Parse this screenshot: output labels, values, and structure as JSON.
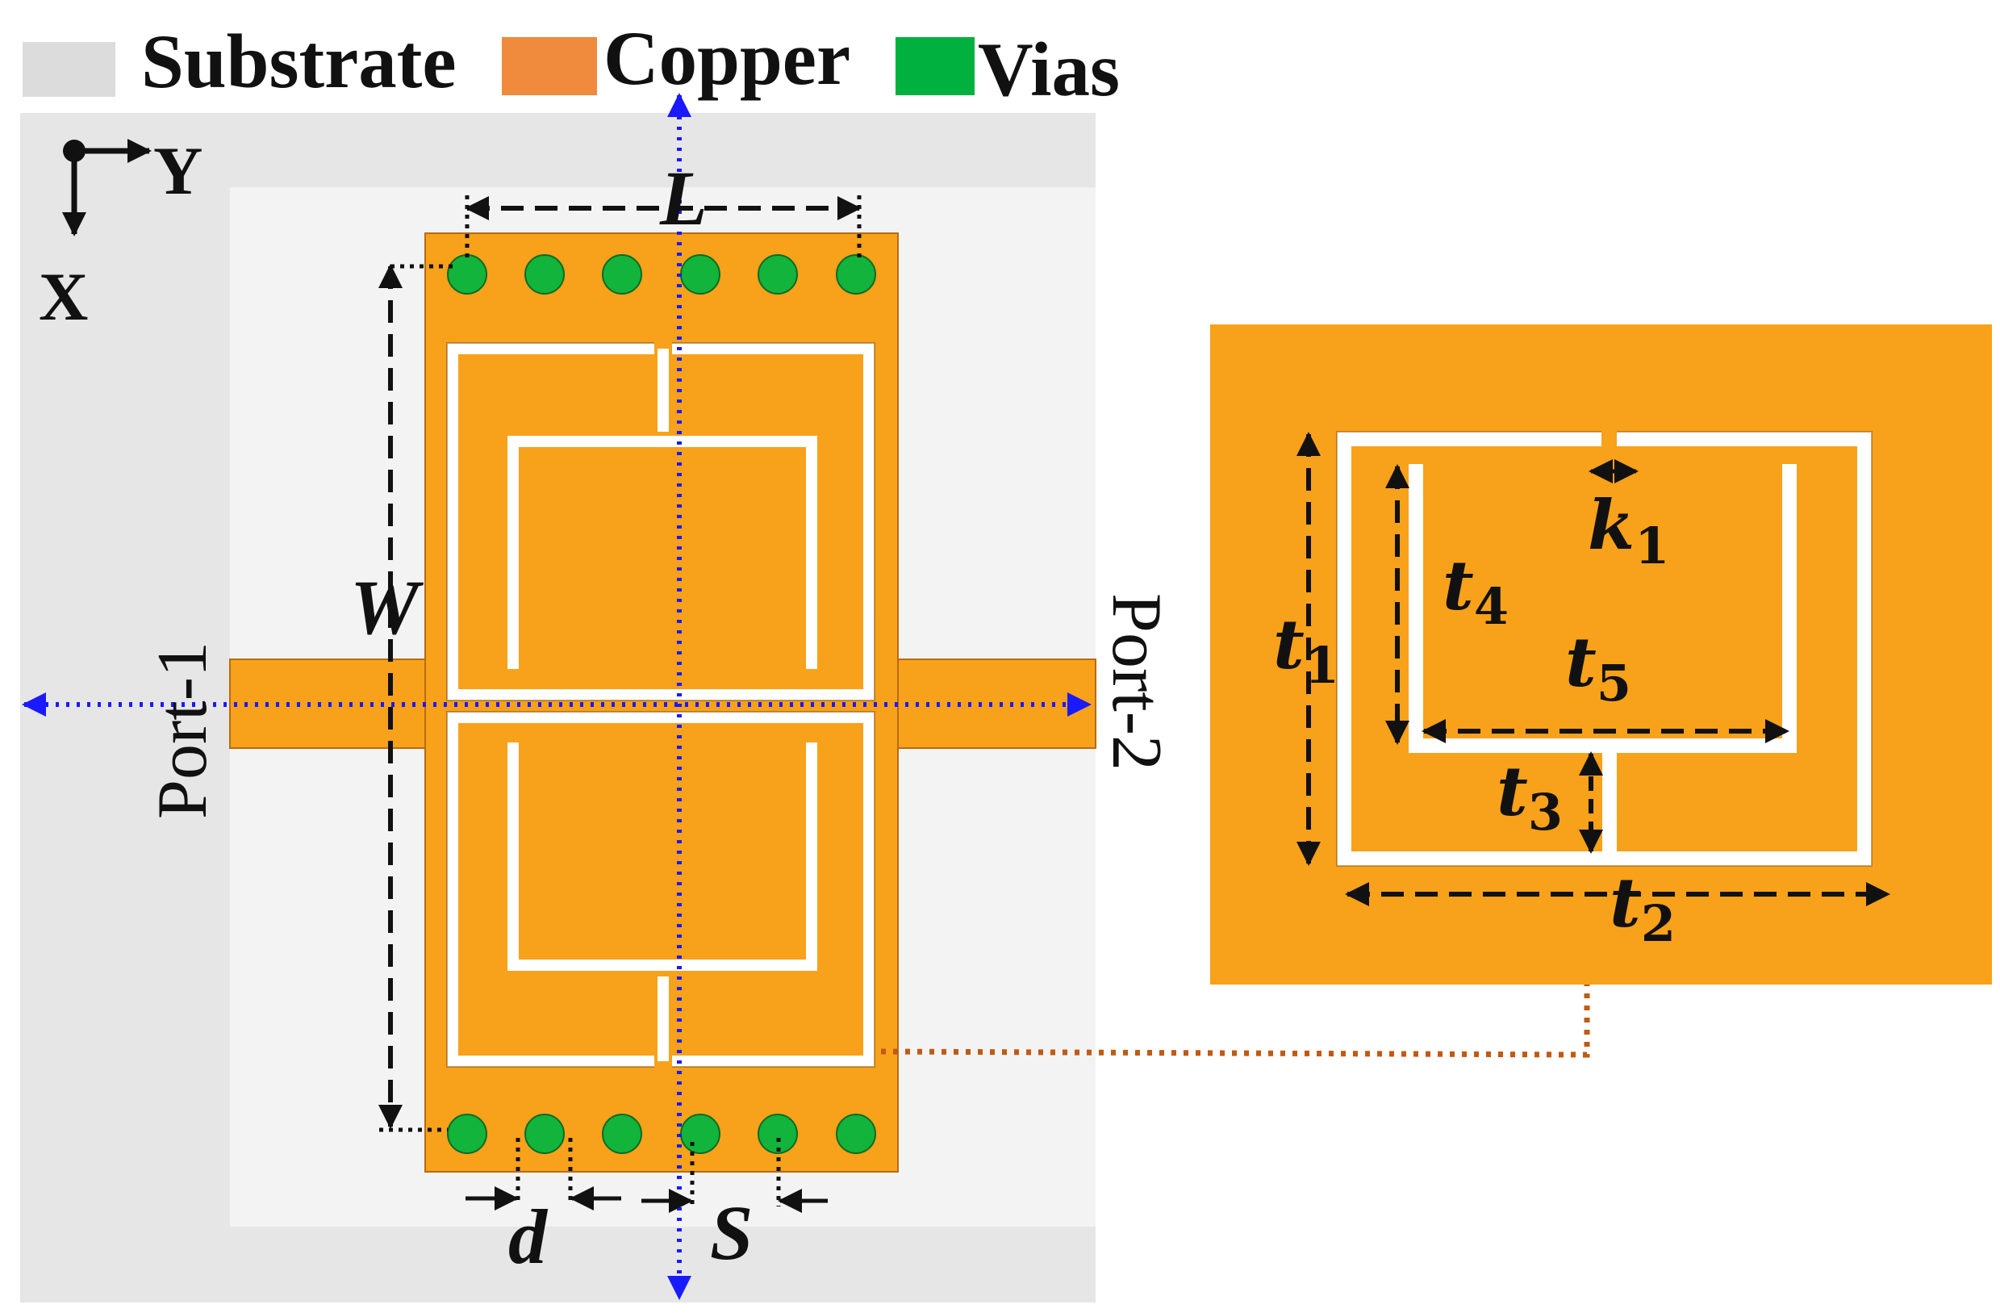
{
  "legend": {
    "substrate": {
      "label": "Substrate",
      "color": "#dcdcdc"
    },
    "copper": {
      "label": "Copper",
      "color": "#f08a3c"
    },
    "vias": {
      "label": "Vias",
      "color": "#00b140"
    }
  },
  "axes": {
    "y_label": "Y",
    "x_label": "X"
  },
  "ports": {
    "port1": "Port-1",
    "port2": "Port-2"
  },
  "dimensions": {
    "L": "L",
    "W": "W",
    "d": "d",
    "S": "S"
  },
  "inset_labels": {
    "t1": {
      "sym": "t",
      "sub": "1"
    },
    "t2": {
      "sym": "t",
      "sub": "2"
    },
    "t3": {
      "sym": "t",
      "sub": "3"
    },
    "t4": {
      "sym": "t",
      "sub": "4"
    },
    "t5": {
      "sym": "t",
      "sub": "5"
    },
    "k1": {
      "sym": "k",
      "sub": "1"
    }
  },
  "colors": {
    "substrate_outer": "#e6e6e6",
    "substrate_inner": "#f3f3f3",
    "copper_fill": "#f8a11a",
    "via_fill": "#12b43c",
    "symmetry_axis": "#1a1aff",
    "zoom_link": "#c05a14"
  }
}
